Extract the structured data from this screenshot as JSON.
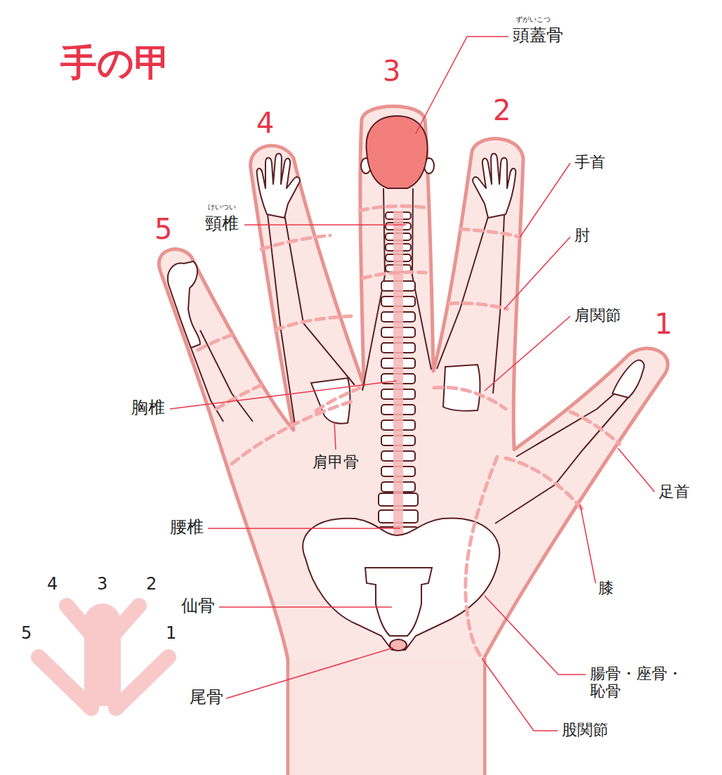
{
  "diagram": {
    "title": "手の甲",
    "labels": [
      "3",
      "4",
      "2",
      "5",
      "1",
      "ずがいこつ",
      "頭蓋骨",
      "手首",
      "肘",
      "肩関節",
      "けいつい",
      "頸椎",
      "胸椎",
      "肩甲骨",
      "足首",
      "腰椎",
      "膝",
      "仙骨",
      "腸骨・座骨・恥骨",
      "尾骨",
      "股関節",
      "4",
      "3",
      "2",
      "5",
      "1"
    ]
  }
}
